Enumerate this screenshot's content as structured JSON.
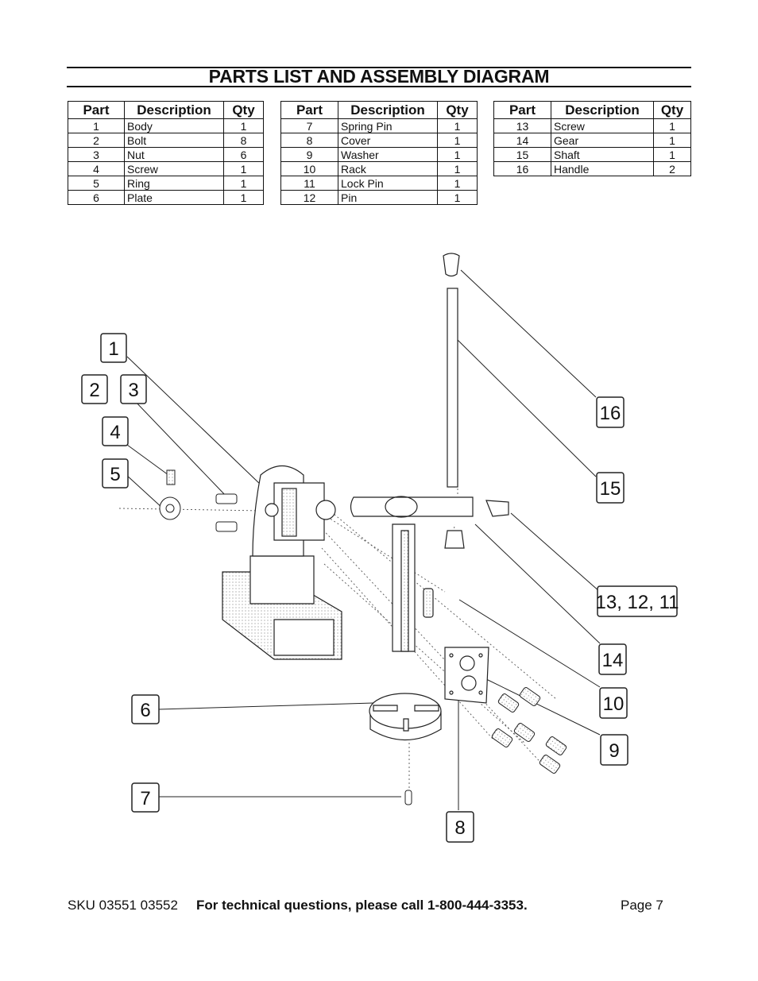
{
  "header": {
    "title": "PARTS LIST AND ASSEMBLY DIAGRAM"
  },
  "table_headers": {
    "part": "Part",
    "description": "Description",
    "qty": "Qty"
  },
  "parts_tables": [
    [
      {
        "part": "1",
        "description": "Body",
        "qty": "1"
      },
      {
        "part": "2",
        "description": "Bolt",
        "qty": "8"
      },
      {
        "part": "3",
        "description": "Nut",
        "qty": "6"
      },
      {
        "part": "4",
        "description": "Screw",
        "qty": "1"
      },
      {
        "part": "5",
        "description": "Ring",
        "qty": "1"
      },
      {
        "part": "6",
        "description": "Plate",
        "qty": "1"
      }
    ],
    [
      {
        "part": "7",
        "description": "Spring Pin",
        "qty": "1"
      },
      {
        "part": "8",
        "description": "Cover",
        "qty": "1"
      },
      {
        "part": "9",
        "description": "Washer",
        "qty": "1"
      },
      {
        "part": "10",
        "description": "Rack",
        "qty": "1"
      },
      {
        "part": "11",
        "description": "Lock Pin",
        "qty": "1"
      },
      {
        "part": "12",
        "description": "Pin",
        "qty": "1"
      }
    ],
    [
      {
        "part": "13",
        "description": "Screw",
        "qty": "1"
      },
      {
        "part": "14",
        "description": "Gear",
        "qty": "1"
      },
      {
        "part": "15",
        "description": "Shaft",
        "qty": "1"
      },
      {
        "part": "16",
        "description": "Handle",
        "qty": "2"
      }
    ]
  ],
  "callouts": {
    "c1": "1",
    "c2": "2",
    "c3": "3",
    "c4": "4",
    "c5": "5",
    "c6": "6",
    "c7": "7",
    "c8": "8",
    "c9": "9",
    "c10": "10",
    "c14": "14",
    "c13_12_11": "13, 12, 11",
    "c15": "15",
    "c16": "16"
  },
  "footer": {
    "sku": "SKU 03551 03552",
    "tech_line": "For technical questions, please call 1-800-444-3353.",
    "page": "Page 7"
  }
}
